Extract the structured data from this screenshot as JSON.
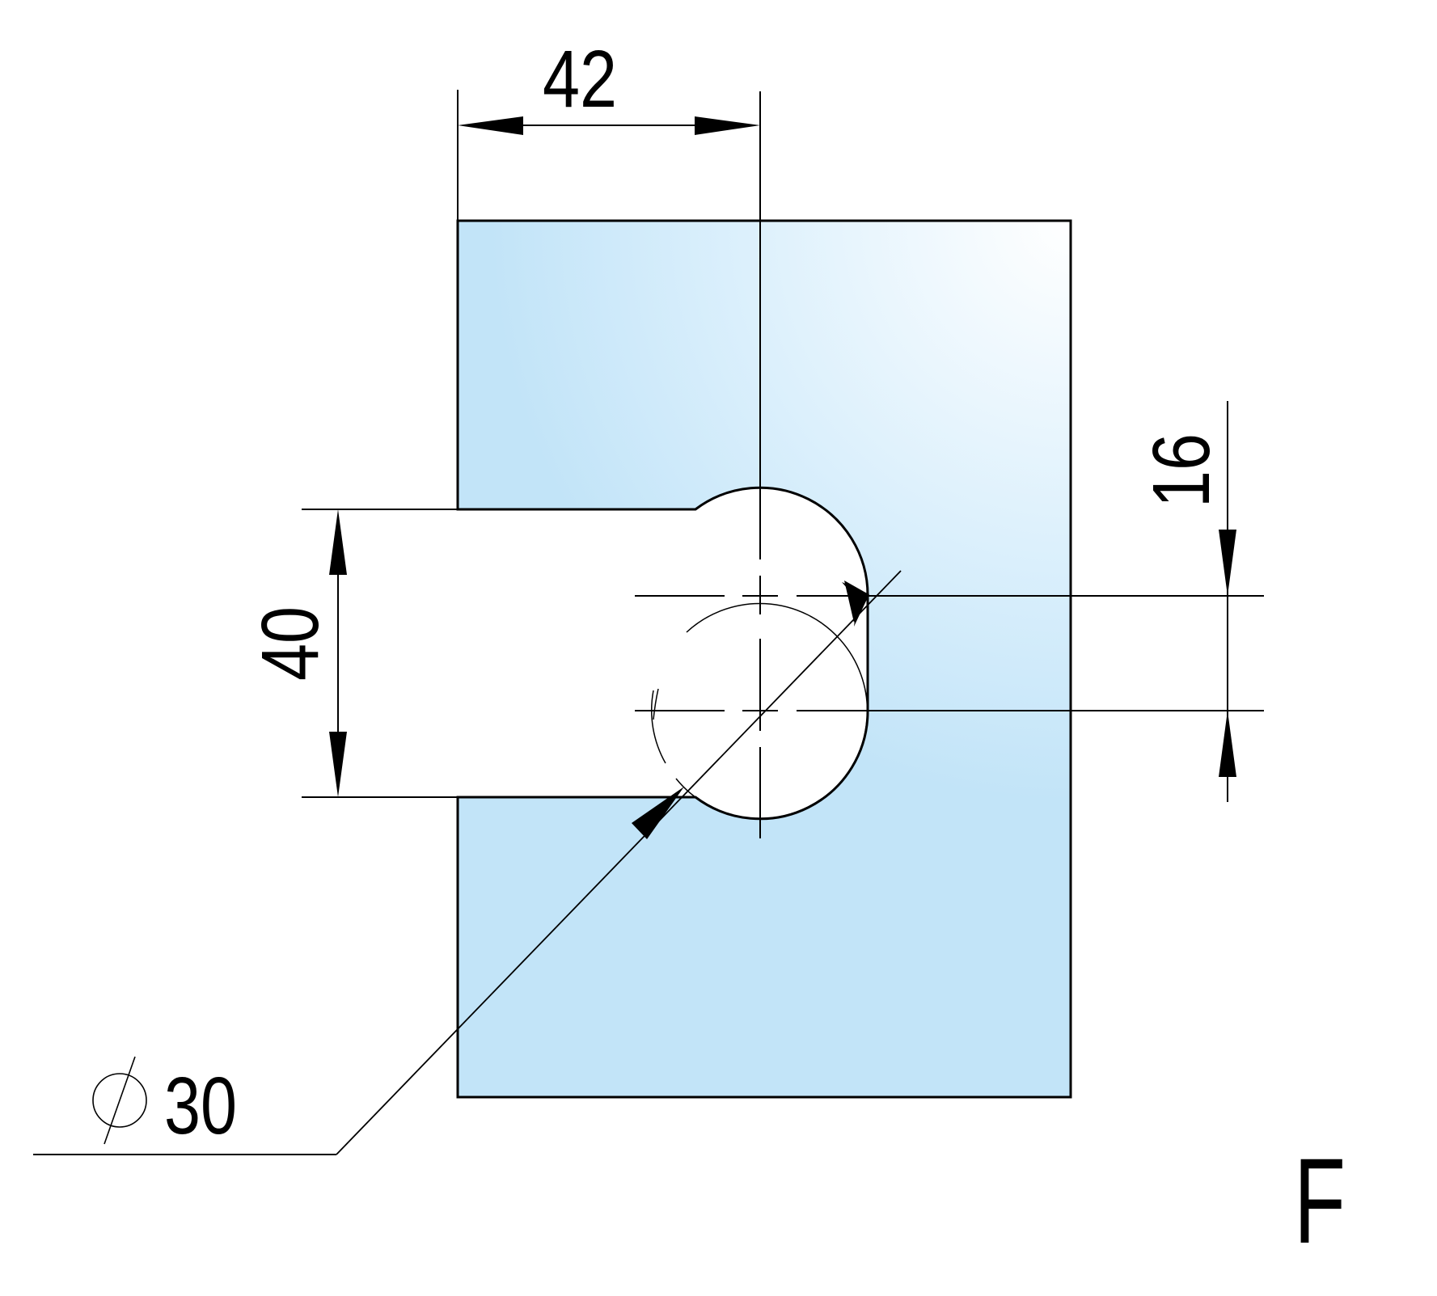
{
  "drawing": {
    "view_label": "F",
    "colors": {
      "fill_base": "#c2e4f8",
      "fill_highlight": "#ffffff",
      "line": "#000000",
      "background": "#ffffff"
    },
    "dimensions": {
      "width_to_center": {
        "value": "42",
        "orientation": "horizontal"
      },
      "slot_height": {
        "value": "40",
        "orientation": "vertical"
      },
      "center_offset": {
        "value": "16",
        "orientation": "vertical"
      },
      "hole_diameter": {
        "symbol": "⌀",
        "value": "30"
      }
    }
  }
}
